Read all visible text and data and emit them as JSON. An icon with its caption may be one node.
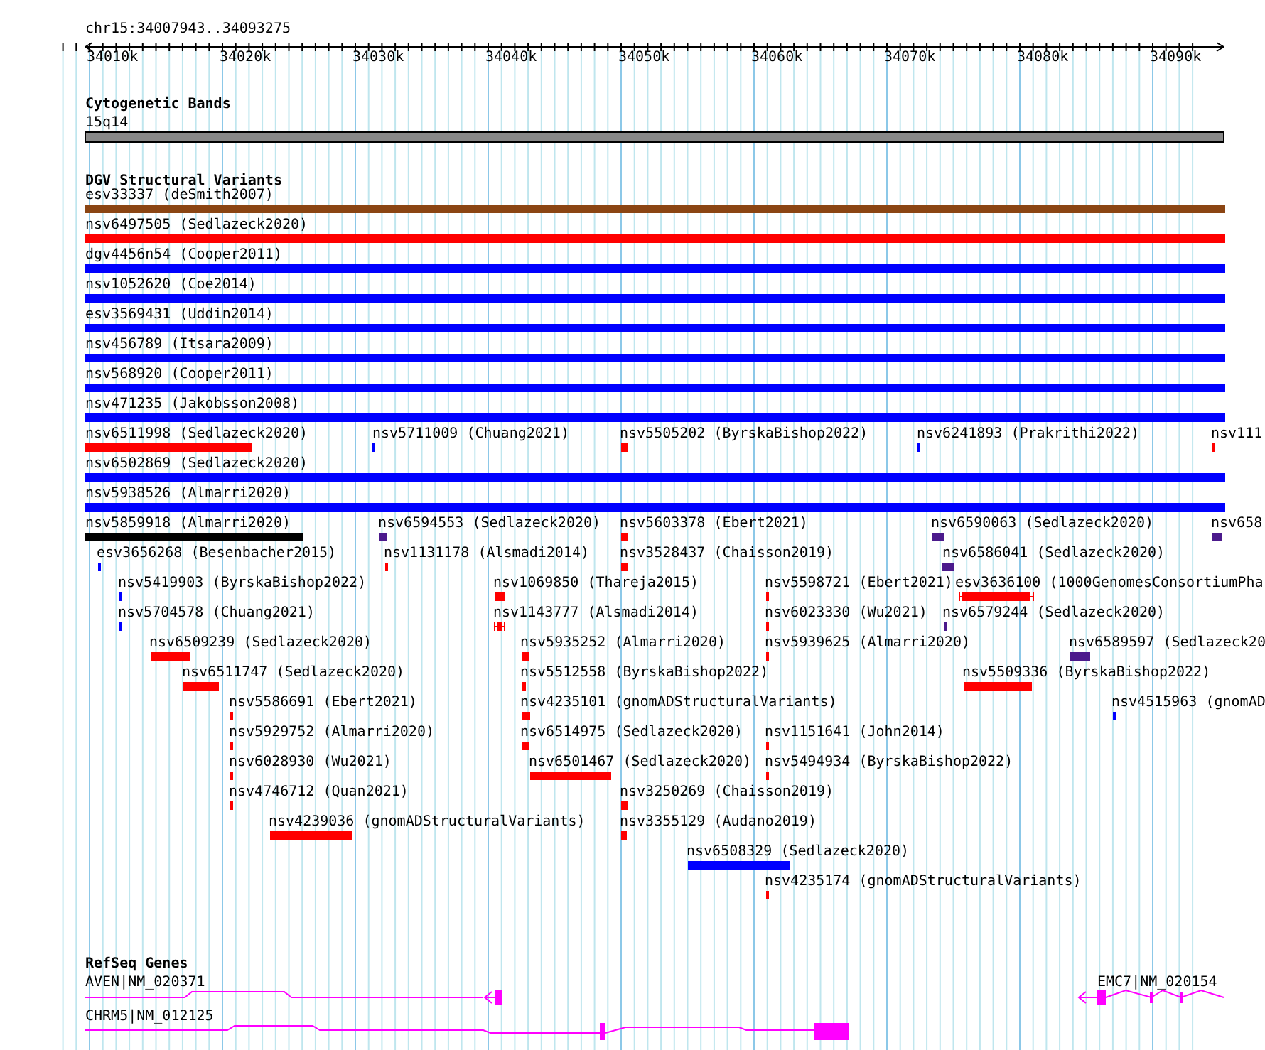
{
  "diagram": {
    "labels": [
      "chr15:34007943..34093275",
      "34010k",
      "34020k",
      "34030k",
      "34040k",
      "34050k",
      "34060k",
      "34070k",
      "34080k",
      "34090k",
      "Cytogenetic Bands",
      "15q14",
      "DGV Structural Variants",
      "esv33337 (deSmith2007)",
      "nsv6497505 (Sedlazeck2020)",
      "dgv4456n54 (Cooper2011)",
      "nsv1052620 (Coe2014)",
      "esv3569431 (Uddin2014)",
      "nsv456789 (Itsara2009)",
      "nsv568920 (Cooper2011)",
      "nsv471235 (Jakobsson2008)",
      "nsv6511998 (Sedlazeck2020)",
      "nsv5711009 (Chuang2021)",
      "nsv5505202 (ByrskaBishop2022)",
      "nsv6241893 (Prakrithi2022)",
      "nsv111",
      "nsv6502869 (Sedlazeck2020)",
      "nsv5938526 (Almarri2020)",
      "nsv5859918 (Almarri2020)",
      "nsv6594553 (Sedlazeck2020)",
      "nsv5603378 (Ebert2021)",
      "nsv6590063 (Sedlazeck2020)",
      "nsv658",
      "esv3656268 (Besenbacher2015)",
      "nsv1131178 (Alsmadi2014)",
      "nsv3528437 (Chaisson2019)",
      "nsv6586041 (Sedlazeck2020)",
      "nsv5419903 (ByrskaBishop2022)",
      "nsv1069850 (Thareja2015)",
      "nsv5598721 (Ebert2021)",
      "esv3636100 (1000GenomesConsortiumPha",
      "nsv5704578 (Chuang2021)",
      "nsv1143777 (Alsmadi2014)",
      "nsv6023330 (Wu2021)",
      "nsv6579244 (Sedlazeck2020)",
      "nsv6509239 (Sedlazeck2020)",
      "nsv5935252 (Almarri2020)",
      "nsv5939625 (Almarri2020)",
      "nsv6589597 (Sedlazeck20",
      "nsv6511747 (Sedlazeck2020)",
      "nsv5512558 (ByrskaBishop2022)",
      "nsv5509336 (ByrskaBishop2022)",
      "nsv5586691 (Ebert2021)",
      "nsv4235101 (gnomADStructuralVariants)",
      "nsv4515963 (gnomAD",
      "nsv5929752 (Almarri2020)",
      "nsv6514975 (Sedlazeck2020)",
      "nsv1151641 (John2014)",
      "nsv6028930 (Wu2021)",
      "nsv6501467 (Sedlazeck2020)",
      "nsv5494934 (ByrskaBishop2022)",
      "nsv4746712 (Quan2021)",
      "nsv3250269 (Chaisson2019)",
      "nsv4239036 (gnomADStructuralVariants)",
      "nsv3355129 (Audano2019)",
      "nsv6508329 (Sedlazeck2020)",
      "nsv4235174 (gnomADStructuralVariants)",
      "RefSeq Genes",
      "AVEN|NM_020371",
      "EMC7|NM_020154",
      "CHRM5|NM_012125"
    ]
  }
}
